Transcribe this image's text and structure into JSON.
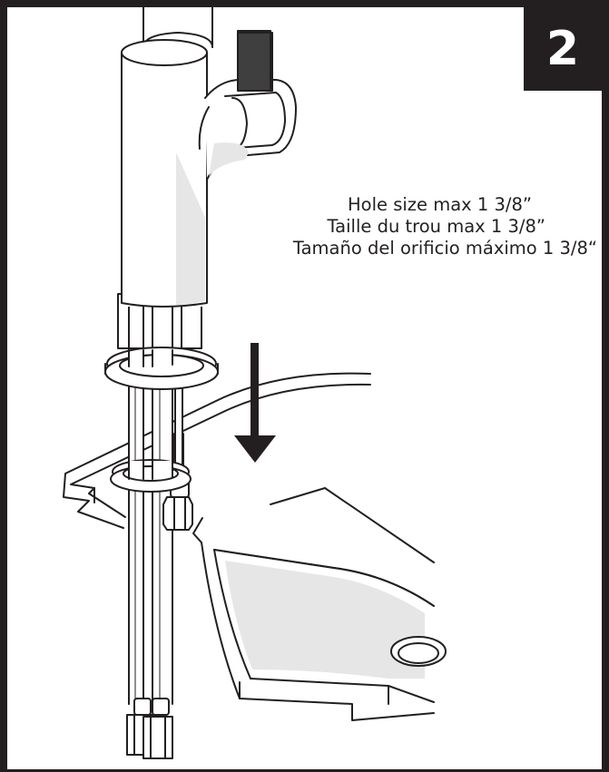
{
  "step": {
    "number": "2"
  },
  "caption": {
    "english": "Hole size max 1 3/8”",
    "french": "Taille du trou max 1 3/8”",
    "spanish": "Tamaño del orificio máximo 1 3/8“"
  },
  "colors": {
    "ink": "#231f20",
    "shade": "#e6e6e6",
    "background": "#ffffff"
  }
}
